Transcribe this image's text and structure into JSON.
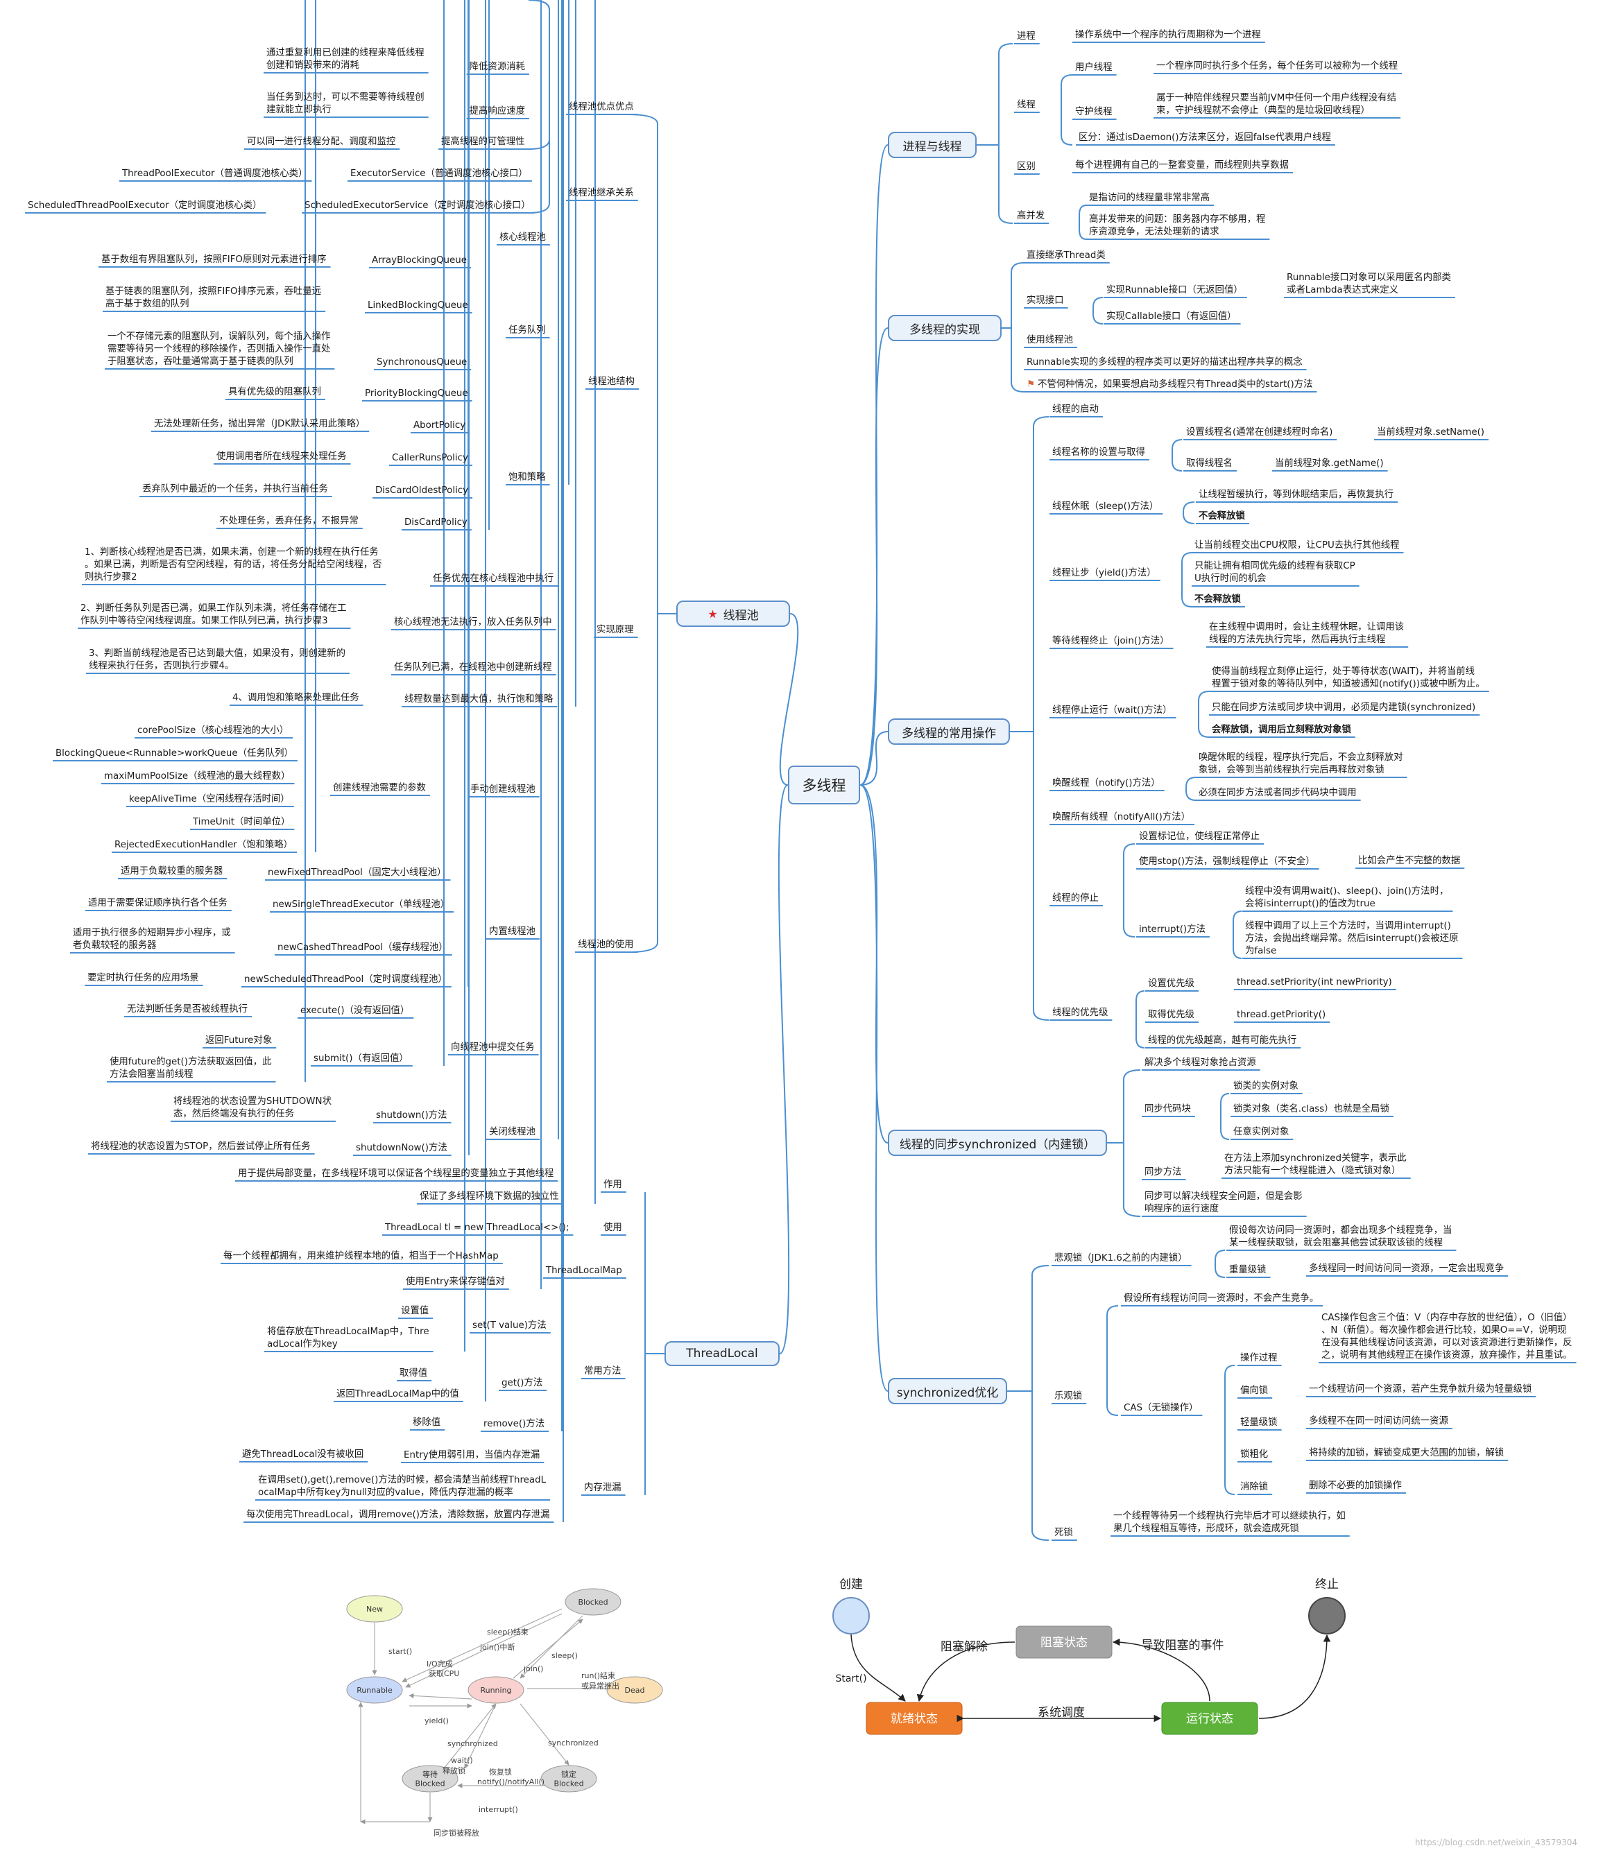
{
  "colors": {
    "branch": "#4a8fd1",
    "box_border": "#5b8fc9",
    "box_fill": "#e9f1fa"
  },
  "center": "多线程",
  "pool": {
    "title": "线程池",
    "advantages": {
      "label": "线程池优点优点",
      "items": [
        {
          "label": "降低资源消耗",
          "detail": "通过重复利用已创建的线程来降低线程\n创建和销毁带来的消耗"
        },
        {
          "label": "提高响应速度",
          "detail": "当任务到达时，可以不需要等待线程创\n建就能立即执行"
        },
        {
          "label": "提高线程的可管理性",
          "detail": "可以同一进行线程分配、调度和监控"
        }
      ]
    },
    "inheritance": {
      "label": "线程池继承关系",
      "items": [
        {
          "label": "ExecutorService（普通调度池核心接口）",
          "detail": "ThreadPoolExecutor（普通调度池核心类）"
        },
        {
          "label": "ScheduledExecutorService（定时调度池核心接口）",
          "detail": "ScheduledThreadPoolExecutor（定时调度池核心类）"
        }
      ]
    },
    "structure": {
      "label": "线程池结构",
      "core": "核心线程池",
      "queue": {
        "label": "任务队列",
        "items": [
          {
            "label": "ArrayBlockingQueue",
            "detail": "基于数组有界阻塞队列，按照FIFO原则对元素进行排序"
          },
          {
            "label": "LinkedBlockingQueue",
            "detail": "基于链表的阻塞队列，按照FIFO排序元素，吞吐量远\n高于基于数组的队列"
          },
          {
            "label": "SynchronousQueue",
            "detail": "一个不存储元素的阻塞队列，误解队列，每个插入操作\n需要等待另一个线程的移除操作，否则插入操作一直处\n于阻塞状态，吞吐量通常高于基于链表的队列"
          },
          {
            "label": "PriorityBlockingQueue",
            "detail": "具有优先级的阻塞队列"
          }
        ]
      },
      "policy": {
        "label": "饱和策略",
        "items": [
          {
            "label": "AbortPolicy",
            "detail": "无法处理新任务，抛出异常（JDK默认采用此策略）"
          },
          {
            "label": "CallerRunsPolicy",
            "detail": "使用调用者所在线程来处理任务"
          },
          {
            "label": "DisCardOldestPolicy",
            "detail": "丢弃队列中最近的一个任务，并执行当前任务"
          },
          {
            "label": "DisCardPolicy",
            "detail": "不处理任务，丢弃任务，不报异常"
          }
        ]
      }
    },
    "principle": {
      "label": "实现原理",
      "items": [
        {
          "label": "任务优先在核心线程池中执行",
          "detail": "1、判断核心线程池是否已满，如果未满，创建一个新的线程在执行任务\n。如果已满，判断是否有空闲线程，有的话，将任务分配给空闲线程，否\n则执行步骤2"
        },
        {
          "label": "核心线程池无法执行，放入任务队列中",
          "detail": "2、判断任务队列是否已满，如果工作队列未满，将任务存储在工\n作队列中等待空闲线程调度。如果工作队列已满，执行步骤3"
        },
        {
          "label": "任务队列已满，在线程池中创建新线程",
          "detail": "3、判断当前线程池是否已达到最大值，如果没有，则创建新的\n线程来执行任务，否则执行步骤4。"
        },
        {
          "label": "线程数量达到最大值，执行饱和策略",
          "detail": "4、调用饱和策略来处理此任务"
        }
      ]
    },
    "usage": {
      "label": "线程池的使用",
      "manual": {
        "label": "手动创建线程池",
        "params_label": "创建线程池需要的参数",
        "params": [
          "corePoolSize（核心线程池的大小）",
          "BlockingQueue<Runnable>workQueue（任务队列）",
          "maxiMumPoolSize（线程池的最大线程数）",
          "keepAliveTime（空闲线程存活时间）",
          "TimeUnit（时间单位）",
          "RejectedExecutionHandler（饱和策略）"
        ]
      },
      "builtin": {
        "label": "内置线程池",
        "items": [
          {
            "label": "newFixedThreadPool（固定大小线程池）",
            "detail": "适用于负载较重的服务器"
          },
          {
            "label": "newSingleThreadExecutor（单线程池）",
            "detail": "适用于需要保证顺序执行各个任务"
          },
          {
            "label": "newCashedThreadPool（缓存线程池）",
            "detail": "适用于执行很多的短期异步小程序，或\n者负载较轻的服务器"
          },
          {
            "label": "newScheduledThreadPool（定时调度线程池）",
            "detail": "要定时执行任务的应用场景"
          }
        ]
      },
      "submit": {
        "label": "向线程池中提交任务",
        "execute": {
          "label": "execute()（没有返回值）",
          "detail": "无法判断任务是否被线程执行"
        },
        "submit": {
          "label": "submit()（有返回值）",
          "details": [
            "返回Future对象",
            "使用future的get()方法获取返回值，此\n方法会阻塞当前线程"
          ]
        }
      },
      "close": {
        "label": "关闭线程池",
        "items": [
          {
            "label": "shutdown()方法",
            "detail": "将线程池的状态设置为SHUTDOWN状\n态，然后终端没有执行的任务"
          },
          {
            "label": "shutdownNow()方法",
            "detail": "将线程池的状态设置为STOP，然后尝试停止所有任务"
          }
        ]
      }
    }
  },
  "threadlocal": {
    "title": "ThreadLocal",
    "purpose": {
      "label": "作用",
      "items": [
        "用于提供局部变量，在多线程环境可以保证各个线程里的变量独立于其他线程",
        "保证了多线程环境下数据的独立性"
      ]
    },
    "use": {
      "label": "使用",
      "code": "ThreadLocal tl = new ThreadLocal<>();"
    },
    "map": {
      "label": "ThreadLocalMap",
      "items": [
        "每一个线程都拥有，用来维护线程本地的值，相当于一个HashMap",
        "使用Entry来保存键值对"
      ]
    },
    "methods": {
      "label": "常用方法",
      "set": {
        "label": "set(T value)方法",
        "details": [
          "设置值",
          "将值存放在ThreadLocalMap中，Thre\nadLocal作为key"
        ]
      },
      "get": {
        "label": "get()方法",
        "details": [
          "取得值",
          "返回ThreadLocalMap中的值"
        ]
      },
      "remove": {
        "label": "remove()方法",
        "detail": "移除值"
      }
    },
    "leak": {
      "label": "内存泄漏",
      "entry": {
        "label": "Entry使用弱引用，当值内存泄漏",
        "detail": "避免ThreadLocal没有被收回"
      },
      "items": [
        "在调用set(),get(),remove()方法的时候，都会清楚当前线程ThreadL\nocalMap中所有key为null对应的value，降低内存泄漏的概率",
        "每次使用完ThreadLocal，调用remove()方法，清除数据，放置内存泄漏"
      ]
    }
  },
  "proc": {
    "title": "进程与线程",
    "process": {
      "label": "进程",
      "detail": "操作系统中一个程序的执行周期称为一个进程"
    },
    "thread": {
      "label": "线程",
      "user": {
        "label": "用户线程",
        "detail": "一个程序同时执行多个任务，每个任务可以被称为一个线程"
      },
      "daemon": {
        "label": "守护线程",
        "detail": "属于一种陪伴线程只要当前JVM中任何一个用户线程没有结\n束，守护线程就不会停止（典型的是垃圾回收线程）"
      },
      "diff": "区分：通过isDaemon()方法来区分，返回false代表用户线程"
    },
    "diff": {
      "label": "区别",
      "detail": "每个进程拥有自己的一整套变量，而线程则共享数据"
    },
    "high": {
      "label": "高并发",
      "items": [
        "是指访问的线程量非常非常高",
        "高并发带来的问题：服务器内存不够用，程\n序资源竞争，无法处理新的请求"
      ]
    }
  },
  "impl": {
    "title": "多线程的实现",
    "extend": "直接继承Thread类",
    "iface": {
      "label": "实现接口",
      "runnable": {
        "label": "实现Runnable接口（无返回值）",
        "detail": "Runnable接口对象可以采用匿名内部类\n或者Lambda表达式来定义"
      },
      "callable": "实现Callable接口（有返回值）"
    },
    "pool": "使用线程池",
    "share": "Runnable实现的多线程的程序类可以更好的描述出程序共享的概念",
    "note": "不管何种情况，如果要想启动多线程只有Thread类中的start()方法"
  },
  "ops": {
    "title": "多线程的常用操作",
    "start": "线程的启动",
    "name": {
      "label": "线程名称的设置与取得",
      "set": {
        "label": "设置线程名(通常在创建线程时命名)",
        "detail": "当前线程对象.setName()"
      },
      "get": {
        "label": "取得线程名",
        "detail": "当前线程对象.getName()"
      }
    },
    "sleep": {
      "label": "线程休眠（sleep()方法）",
      "items": [
        "让线程暂缓执行，等到休眠结束后，再恢复执行",
        "不会释放锁"
      ]
    },
    "yield": {
      "label": "线程让步（yield()方法）",
      "items": [
        "让当前线程交出CPU权限，让CPU去执行其他线程",
        "只能让拥有相同优先级的线程有获取CP\nU执行时间的机会",
        "不会释放锁"
      ]
    },
    "join": {
      "label": "等待线程终止（join()方法）",
      "detail": "在主线程中调用时，会让主线程休眠，让调用该\n线程的方法先执行完毕，然后再执行主线程"
    },
    "wait": {
      "label": "线程停止运行（wait()方法）",
      "items": [
        "使得当前线程立刻停止运行，处于等待状态(WAIT)，并将当前线\n程置于锁对象的等待队列中，知道被通知(notify())或被中断为止。",
        "只能在同步方法或同步块中调用，必须是内建锁(synchronized)",
        "会释放锁，调用后立刻释放对象锁"
      ]
    },
    "notify": {
      "label": "唤醒线程（notify()方法）",
      "items": [
        "唤醒休眠的线程，程序执行完后，不会立刻释放对\n象锁，会等到当前线程执行完后再释放对象锁",
        "必须在同步方法或者同步代码块中调用"
      ]
    },
    "notifyall": "唤醒所有线程（notifyAll()方法）",
    "stop": {
      "label": "线程的停止",
      "flag": "设置标记位，使线程正常停止",
      "stop": {
        "label": "使用stop()方法，强制线程停止（不安全）",
        "detail": "比如会产生不完整的数据"
      },
      "interrupt": {
        "label": "interrupt()方法",
        "items": [
          "线程中没有调用wait()、sleep()、join()方法时，\n会将isinterrupt()的值改为true",
          "线程中调用了以上三个方法时，当调用interrupt()\n方法，会抛出终端异常。然后isinterrupt()会被还原\n为false"
        ]
      }
    },
    "priority": {
      "label": "线程的优先级",
      "set": {
        "label": "设置优先级",
        "detail": "thread.setPriority(int newPriority)"
      },
      "get": {
        "label": "取得优先级",
        "detail": "thread.getPriority()"
      },
      "note": "线程的优先级越高，越有可能先执行"
    }
  },
  "sync": {
    "title": "线程的同步synchronized（内建锁）",
    "solve": "解决多个线程对象抢占资源",
    "block": {
      "label": "同步代码块",
      "items": [
        "锁类的实例对象",
        "锁类对象（类名.class）也就是全局锁",
        "任意实例对象"
      ]
    },
    "method": {
      "label": "同步方法",
      "detail": "在方法上添加synchronized关键字，表示此\n方法只能有一个线程能进入（隐式锁对象）"
    },
    "note": "同步可以解决线程安全问题，但是会影\n响程序的运行速度"
  },
  "opt": {
    "title": "synchronized优化",
    "pessimistic": {
      "label": "悲观锁（JDK1.6之前的内建锁）",
      "detail": "假设每次访问同一资源时，都会出现多个线程竞争，当\n某一线程获取锁，就会阻塞其他尝试获取该锁的线程",
      "heavy": {
        "label": "重量级锁",
        "detail": "多线程同一时间访问同一资源，一定会出现竞争"
      }
    },
    "optimistic": {
      "label": "乐观锁",
      "detail": "假设所有线程访问同一资源时，不会产生竞争。",
      "cas": {
        "label": "CAS（无锁操作）",
        "items": [
          {
            "label": "操作过程",
            "detail": "CAS操作包含三个值：V（内存中存放的世纪值），O（旧值）\n、N（新值）。每次操作都会进行比较，如果O==V，说明现\n在没有其他线程访问该资源，可以对该资源进行更新操作，反\n之，说明有其他线程正在操作该资源，放弃操作，并且重试。"
          },
          {
            "label": "偏向锁",
            "detail": "一个线程访问一个资源，若产生竞争就升级为轻量级锁"
          },
          {
            "label": "轻量级锁",
            "detail": "多线程不在同一时间访问统一资源"
          },
          {
            "label": "锁粗化",
            "detail": "将持续的加锁，解锁变成更大范围的加锁，解锁"
          },
          {
            "label": "消除锁",
            "detail": "删除不必要的加锁操作"
          }
        ]
      }
    },
    "deadlock": {
      "label": "死锁",
      "detail": "一个线程等待另一个线程执行完毕后才可以继续执行，如\n果几个线程相互等待，形成环，就会造成死锁"
    }
  },
  "diagram1": {
    "states": [
      "New",
      "Blocked",
      "Runnable",
      "Running",
      "Dead",
      "等待\nBlocked",
      "锁定\nBlocked"
    ],
    "labels": [
      "start()",
      "sleep()结束",
      "join()中断",
      "I/O完成",
      "sleep()",
      "join()",
      "获取CPU",
      "yield()",
      "run()结束",
      "或异常推出",
      "synchronized",
      "wait()",
      "释放锁",
      "synchronized",
      "恢复锁",
      "notify()/notifyAll()",
      "interrupt()",
      "同步锁被释放"
    ]
  },
  "diagram2": {
    "create": "创建",
    "end": "终止",
    "blocked": "阻塞状态",
    "ready": "就绪状态",
    "running": "运行状态",
    "start": "Start()",
    "unblock": "阻塞解除",
    "cause": "导致阻塞的事件",
    "sched": "系统调度"
  },
  "watermark": "https://blog.csdn.net/weixin_43579304"
}
